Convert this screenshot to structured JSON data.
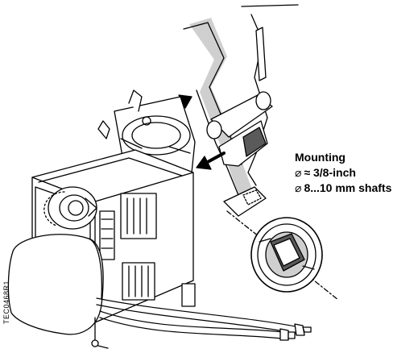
{
  "callout": {
    "title": "Mounting",
    "line1_symbol": "⌀",
    "line1": "≈ 3/8-inch",
    "line2_symbol": "⌀",
    "line2": "8...10 mm shafts"
  },
  "reference_code": "TEC0468R1",
  "colors": {
    "line": "#000000",
    "shade": "#cfcfcf",
    "dark": "#5a5a5a",
    "fill": "#ffffff"
  }
}
